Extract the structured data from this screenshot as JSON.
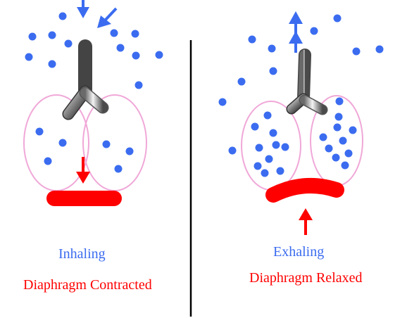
{
  "colors": {
    "air": "#3b6cf0",
    "muscle": "#ff0000",
    "lung_outline": "#f0a8d8",
    "divider": "#000000",
    "background": "#ffffff"
  },
  "icons": [
    "air-particle-icon",
    "airflow-arrow-icon",
    "diaphragm-arrow-icon",
    "trachea-icon"
  ],
  "panels": {
    "inhale": {
      "phase_label": "Inhaling",
      "diaphragm_label": "Diaphragm Contracted"
    },
    "exhale": {
      "phase_label": "Exhaling",
      "diaphragm_label": "Diaphragm Relaxed"
    }
  }
}
